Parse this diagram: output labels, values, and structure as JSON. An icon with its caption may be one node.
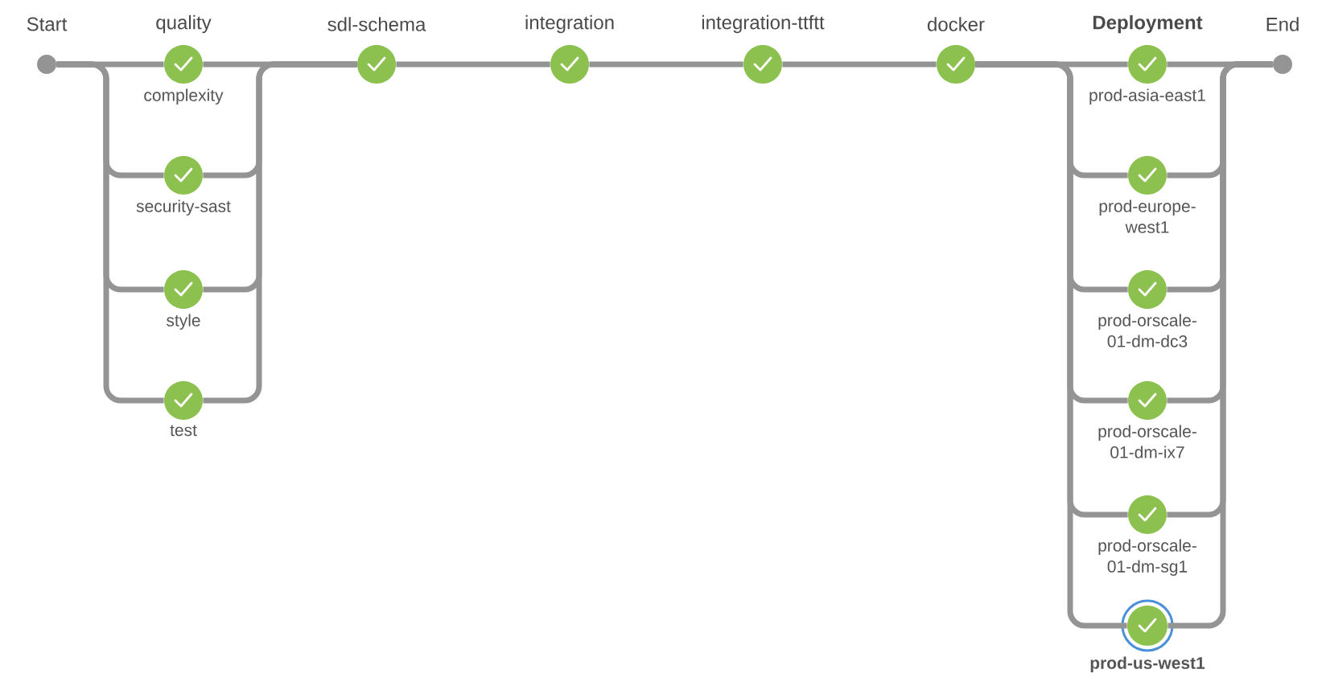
{
  "diagram": {
    "nodes": [
      {
        "text": [
          "Start"
        ]
      },
      {
        "text": [
          "complexity"
        ]
      },
      {
        "text": [
          "security-sast"
        ]
      },
      {
        "text": [
          "style"
        ]
      },
      {
        "text": [
          "test"
        ]
      },
      {
        "text": [
          "sdl-schema"
        ]
      },
      {
        "text": [
          "integration"
        ]
      },
      {
        "text": [
          "integration-ttftt"
        ]
      },
      {
        "text": [
          "docker"
        ]
      },
      {
        "text": [
          "prod-asia-east1"
        ]
      },
      {
        "text": [
          "prod-europe-west1"
        ]
      },
      {
        "text": [
          "prod-orscale-01-dm-dc3"
        ]
      },
      {
        "text": [
          "prod-orscale-01-dm-ix7"
        ]
      },
      {
        "text": [
          "prod-orscale-01-dm-sg1"
        ]
      },
      {
        "text": [
          "prod-us-west1"
        ]
      },
      {
        "text": [
          "End"
        ]
      }
    ],
    "edges": [
      {
        "from": 0,
        "to": 1,
        "arrow": "none"
      },
      {
        "from": 0,
        "to": 2,
        "arrow": "none"
      },
      {
        "from": 0,
        "to": 3,
        "arrow": "none"
      },
      {
        "from": 0,
        "to": 4,
        "arrow": "none"
      },
      {
        "from": 1,
        "to": 5,
        "arrow": "none"
      },
      {
        "from": 2,
        "to": 5,
        "arrow": "none"
      },
      {
        "from": 3,
        "to": 5,
        "arrow": "none"
      },
      {
        "from": 4,
        "to": 5,
        "arrow": "none"
      },
      {
        "from": 5,
        "to": 6,
        "arrow": "none"
      },
      {
        "from": 6,
        "to": 7,
        "arrow": "none"
      },
      {
        "from": 7,
        "to": 8,
        "arrow": "none"
      },
      {
        "from": 8,
        "to": 9,
        "arrow": "none"
      },
      {
        "from": 8,
        "to": 10,
        "arrow": "none"
      },
      {
        "from": 8,
        "to": 11,
        "arrow": "none"
      },
      {
        "from": 8,
        "to": 12,
        "arrow": "none"
      },
      {
        "from": 8,
        "to": 13,
        "arrow": "none"
      },
      {
        "from": 8,
        "to": 14,
        "arrow": "none"
      },
      {
        "from": 9,
        "to": 15,
        "arrow": "none"
      },
      {
        "from": 10,
        "to": 15,
        "arrow": "none"
      },
      {
        "from": 11,
        "to": 15,
        "arrow": "none"
      },
      {
        "from": 12,
        "to": 15,
        "arrow": "none"
      },
      {
        "from": 13,
        "to": 15,
        "arrow": "none"
      },
      {
        "from": 14,
        "to": 15,
        "arrow": "none"
      }
    ],
    "labels": [
      "quality",
      "Deployment"
    ]
  }
}
